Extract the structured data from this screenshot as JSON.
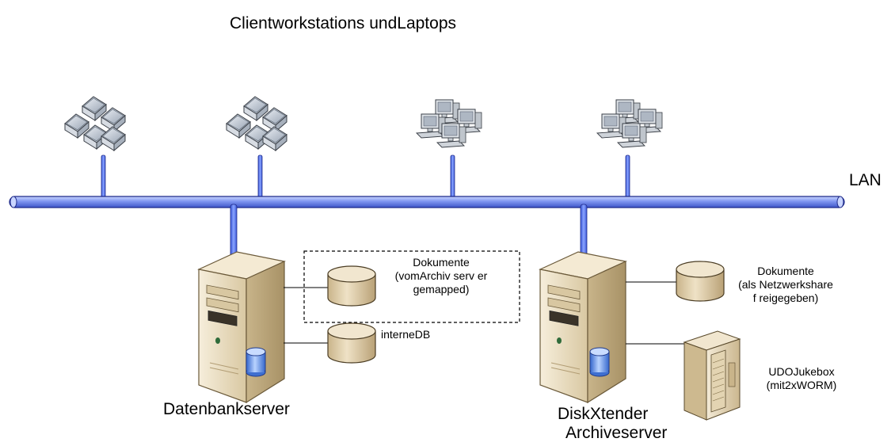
{
  "title": "Clientworkstations undLaptops",
  "lan_label": "LAN",
  "servers": {
    "db": {
      "label": "Datenbankserver",
      "disks": [
        {
          "lines": [
            "Dokumente",
            "(vomArchiv serv er",
            "gemapped)"
          ]
        },
        {
          "lines": [
            "interneDB"
          ]
        }
      ]
    },
    "archive": {
      "label_lines": [
        "DiskXtender",
        "Archiveserver"
      ],
      "disk": {
        "lines": [
          "Dokumente",
          "(als  Netzwerkshare",
          "f reigegeben)"
        ]
      },
      "jukebox": {
        "lines": [
          "UDOJukebox",
          "(mit2xWORM)"
        ]
      }
    }
  },
  "clients": [
    {
      "kind": "laptops"
    },
    {
      "kind": "laptops"
    },
    {
      "kind": "workstations"
    },
    {
      "kind": "workstations"
    }
  ],
  "colors": {
    "lan_fill": "#7e95f0",
    "lan_stroke": "#1e2a8a",
    "drop_fill": "#5d7cf0",
    "server_body": "#efe3c8",
    "disk_fill": "#e4d2ad",
    "dashed_box": "#000000"
  }
}
